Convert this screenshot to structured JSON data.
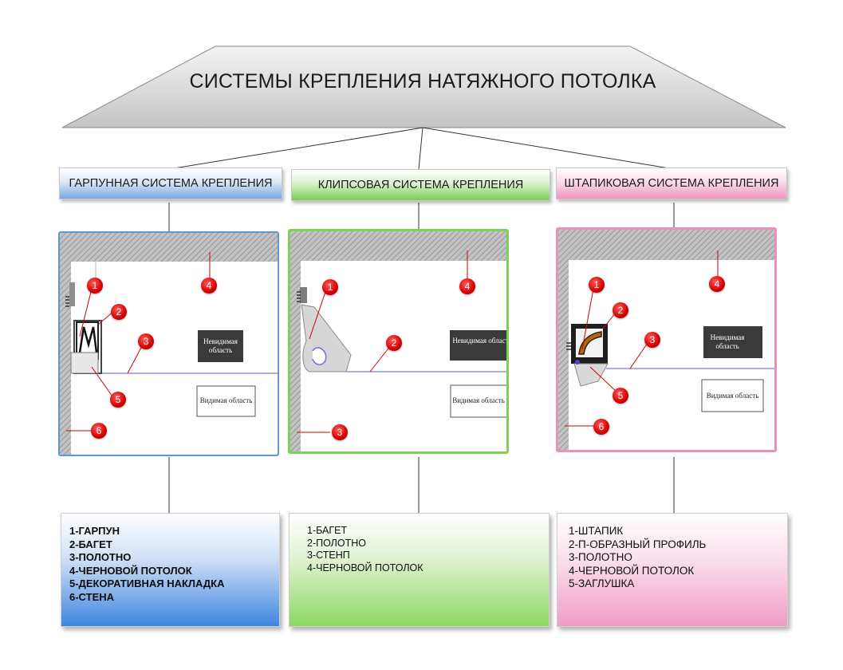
{
  "title": "СИСТЕМЫ КРЕПЛЕНИЯ НАТЯЖНОГО ПОТОЛКА",
  "colors": {
    "blue": "#5f96da",
    "green": "#7fd057",
    "pink": "#ee8fbb",
    "marker_red": "#d40000",
    "title_shape": "#d9d9d9"
  },
  "systems": [
    {
      "label": "ГАРПУННАЯ СИСТЕМА КРЕПЛЕНИЯ",
      "hidden_area": "Невидимая область",
      "visible_area": "Видимая область",
      "markers": [
        "1",
        "2",
        "3",
        "4",
        "5",
        "6"
      ],
      "legend": [
        "1-ГАРПУН",
        "2-БАГЕТ",
        "3-ПОЛОТНО",
        "4-ЧЕРНОВОЙ ПОТОЛОК",
        "5-ДЕКОРАТИВНАЯ НАКЛАДКА",
        "6-СТЕНА"
      ]
    },
    {
      "label": "КЛИПСОВАЯ СИСТЕМА КРЕПЛЕНИЯ",
      "hidden_area": "Невидимая область",
      "visible_area": "Видимая область",
      "markers": [
        "1",
        "2",
        "3",
        "4"
      ],
      "legend": [
        "1-БАГЕТ",
        "2-ПОЛОТНО",
        "3-СТЕНП",
        "4-ЧЕРНОВОЙ ПОТОЛОК"
      ]
    },
    {
      "label": "ШТАПИКОВАЯ СИСТЕМА КРЕПЛЕНИЯ",
      "hidden_area": "Невидимая область",
      "visible_area": "Видимая область",
      "markers": [
        "1",
        "2",
        "3",
        "4",
        "5",
        "6"
      ],
      "legend": [
        "1-ШТАПИК",
        "2-П-ОБРАЗНЫЙ ПРОФИЛЬ",
        "3-ПОЛОТНО",
        "4-ЧЕРНОВОЙ ПОТОЛОК",
        "5-ЗАГЛУШКА"
      ]
    }
  ]
}
